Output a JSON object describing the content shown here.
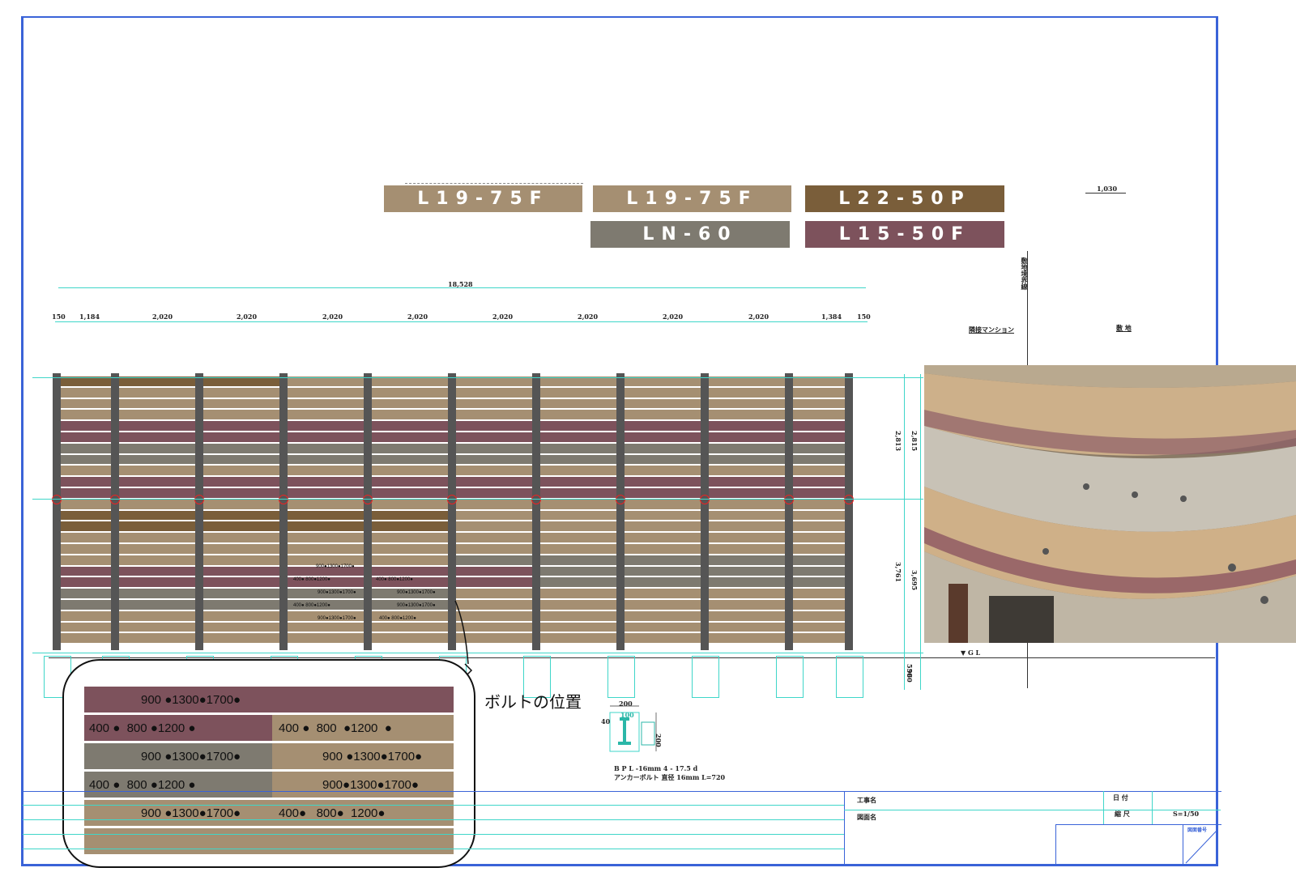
{
  "colors": {
    "L19-75F": "#a58f72",
    "L22-50P": "#7a5e3a",
    "LN-60": "#7e7a70",
    "L15-50F": "#7d525c",
    "frame": "#3a63d8",
    "guide": "#3fd6c9",
    "post": "#555555"
  },
  "legend": [
    {
      "code": "L19-75F",
      "color": "#a58f72"
    },
    {
      "code": "L19-75F",
      "color": "#a58f72"
    },
    {
      "code": "L22-50P",
      "color": "#7a5e3a"
    },
    {
      "code": "LN-60",
      "color": "#7e7a70"
    },
    {
      "code": "L15-50F",
      "color": "#7d525c"
    }
  ],
  "dimensions": {
    "total": "18,528",
    "spans": [
      "150",
      "1,184",
      "2,020",
      "2,020",
      "2,020",
      "2,020",
      "2,020",
      "2,020",
      "2,020",
      "2,020",
      "1,384",
      "150"
    ],
    "right_vertical": [
      "2,813",
      "2,815",
      "3,761",
      "3,695",
      "550",
      "960"
    ],
    "misc": [
      "1,030"
    ]
  },
  "labels": {
    "neighbor": "隣接マンション",
    "site": "敷 地",
    "boundary": "敷地境界線",
    "gl": "▼ G L",
    "bolt_position": "ボルトの位置"
  },
  "callout_rows": [
    {
      "left_text": "900 ●1300●1700●",
      "right_text": "",
      "left_color": "#7d525c",
      "right_color": "#7d525c"
    },
    {
      "left_text": "400 ●  800 ●1200 ●",
      "right_text": "400 ●  800  ●1200  ●",
      "left_color": "#7d525c",
      "right_color": "#a58f72"
    },
    {
      "left_text": "900 ●1300●1700●",
      "right_text": "900 ●1300●1700●",
      "left_color": "#7e7a70",
      "right_color": "#a58f72"
    },
    {
      "left_text": "400 ●  800 ●1200 ●",
      "right_text": "900●1300●1700●",
      "left_color": "#7e7a70",
      "right_color": "#a58f72"
    },
    {
      "left_text": "900 ●1300●1700●",
      "right_text": "400●   800●  1200●",
      "left_color": "#a58f72",
      "right_color": "#a58f72"
    },
    {
      "left_text": "",
      "right_text": "",
      "left_color": "#a58f72",
      "right_color": "#a58f72"
    }
  ],
  "small_bolts": [
    "900●1300●1700●",
    "400● 800●1200●",
    "900●1300●1700●",
    "400● 800●1200●",
    "900●1300●1700●",
    "400● 800●1200●",
    "900●1300●1700●",
    "900●1300●1700●",
    "400● 800●1200●"
  ],
  "detail": {
    "dim_top": "200",
    "dim_inner": "100",
    "dim_side": "40",
    "dim_height": "200",
    "note1": "B P L -16mm  4 - 17.5 d",
    "note2": "アンカーボルト 直径  16mm  L=720"
  },
  "title_block": {
    "project": "工事名",
    "drawing": "図面名",
    "date": "日 付",
    "scale_label": "縮 尺",
    "scale": "S=1/50",
    "number": "図面番号"
  }
}
